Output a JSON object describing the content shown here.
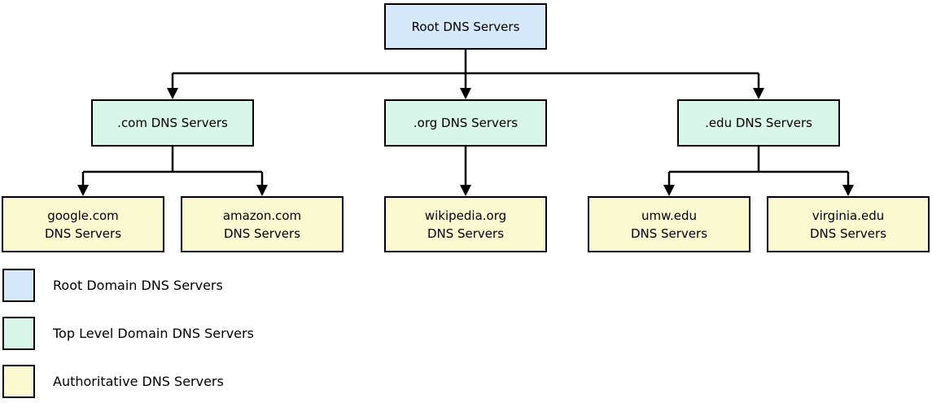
{
  "nodes": {
    "root": {
      "label": "Root DNS Servers",
      "type": "root"
    },
    "com": {
      "label": ".com DNS Servers",
      "type": "tld"
    },
    "org": {
      "label": ".org DNS Servers",
      "type": "tld"
    },
    "edu": {
      "label": ".edu DNS Servers",
      "type": "tld"
    },
    "google": {
      "line1": "google.com",
      "line2": "DNS Servers",
      "type": "authoritative"
    },
    "amazon": {
      "line1": "amazon.com",
      "line2": "DNS Servers",
      "type": "authoritative"
    },
    "wikipedia": {
      "line1": "wikipedia.org",
      "line2": "DNS Servers",
      "type": "authoritative"
    },
    "umw": {
      "line1": "umw.edu",
      "line2": "DNS Servers",
      "type": "authoritative"
    },
    "virginia": {
      "line1": "virginia.edu",
      "line2": "DNS Servers",
      "type": "authoritative"
    }
  },
  "edges": [
    {
      "from": "root",
      "to": "com"
    },
    {
      "from": "root",
      "to": "org"
    },
    {
      "from": "root",
      "to": "edu"
    },
    {
      "from": "com",
      "to": "google"
    },
    {
      "from": "com",
      "to": "amazon"
    },
    {
      "from": "org",
      "to": "wikipedia"
    },
    {
      "from": "edu",
      "to": "umw"
    },
    {
      "from": "edu",
      "to": "virginia"
    }
  ],
  "colors": {
    "root": "#d6e9fb",
    "tld": "#d9f7e8",
    "authoritative": "#fbf9cf",
    "border": "#000000",
    "connector": "#000000",
    "background": "#ffffff"
  },
  "legend": {
    "items": [
      {
        "label": "Root Domain DNS Servers",
        "color": "#d6e9fb"
      },
      {
        "label": "Top Level Domain DNS Servers",
        "color": "#d9f7e8"
      },
      {
        "label": "Authoritative DNS Servers",
        "color": "#fbf9cf"
      }
    ]
  }
}
